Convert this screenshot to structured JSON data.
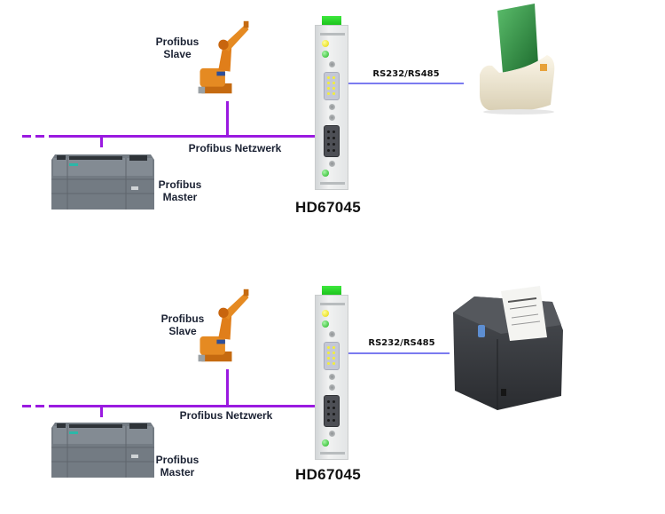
{
  "diagrams": [
    {
      "network_label": "Profibus Netzwerk",
      "slave_label_line1": "Profibus",
      "slave_label_line2": "Slave",
      "master_label_line1": "Profibus",
      "master_label_line2": "Master",
      "gateway_model": "HD67045",
      "serial_label": "RS232/RS485",
      "serial_device": "card-reader-icon"
    },
    {
      "network_label": "Profibus Netzwerk",
      "slave_label_line1": "Profibus",
      "slave_label_line2": "Slave",
      "master_label_line1": "Profibus",
      "master_label_line2": "Master",
      "gateway_model": "HD67045",
      "serial_label": "RS232/RS485",
      "serial_device": "receipt-printer-icon"
    }
  ],
  "colors": {
    "profibus_line": "#9a1ae0",
    "serial_line": "#7b7bf0",
    "label_text": "#1b2233"
  }
}
